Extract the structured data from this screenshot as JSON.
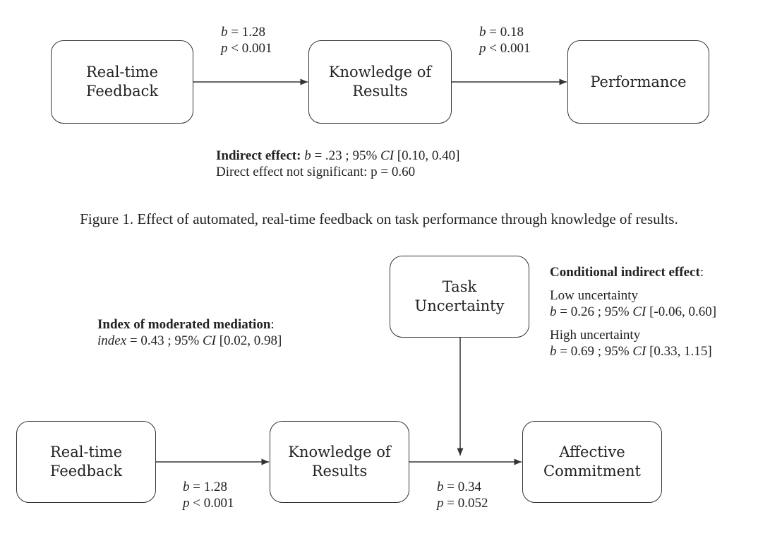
{
  "figure1": {
    "nodes": {
      "feedback": [
        "Real-time",
        "Feedback"
      ],
      "knowledge": [
        "Knowledge of",
        "Results"
      ],
      "performance": [
        "Performance"
      ]
    },
    "path_a": {
      "b": "1.28",
      "p": "< 0.001"
    },
    "path_b": {
      "b": "0.18",
      "p": "< 0.001"
    },
    "indirect": {
      "lead": "Indirect effect",
      "b": ".23",
      "ci": "[0.10, 0.40]"
    },
    "direct_text": "Direct effect not significant: p = 0.60",
    "caption": "Figure 1. Effect of automated, real-time feedback on task performance through knowledge of results."
  },
  "figure2": {
    "nodes": {
      "feedback": [
        "Real-time",
        "Feedback"
      ],
      "knowledge": [
        "Knowledge of",
        "Results"
      ],
      "commitment": [
        "Affective",
        "Commitment"
      ],
      "uncertainty": [
        "Task",
        "Uncertainty"
      ]
    },
    "path_a": {
      "b": "1.28",
      "p": "< 0.001"
    },
    "path_b": {
      "b": "0.34",
      "p": "= 0.052"
    },
    "moderated": {
      "lead": "Index of moderated mediation",
      "index": "0.43",
      "ci": "[0.02, 0.98]"
    },
    "conditional": {
      "lead": "Conditional indirect effect",
      "low": {
        "label": "Low uncertainty",
        "b": "0.26",
        "ci": "[-0.06, 0.60]"
      },
      "high": {
        "label": "High uncertainty",
        "b": "0.69",
        "ci": "[0.33, 1.15]"
      }
    }
  }
}
